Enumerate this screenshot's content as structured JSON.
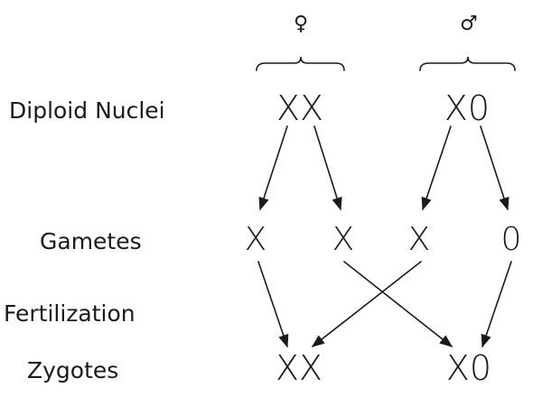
{
  "sexes": {
    "female": "♀",
    "male": "♂"
  },
  "labels": {
    "diploid": "Diploid Nuclei",
    "gametes": "Gametes",
    "fertilization": "Fertilization",
    "zygotes": "Zygotes"
  },
  "diploid": {
    "female": "XX",
    "male": "X0"
  },
  "gametes": [
    "X",
    "X",
    "X",
    "0"
  ],
  "zygotes": {
    "left": "XX",
    "right": "X0"
  }
}
